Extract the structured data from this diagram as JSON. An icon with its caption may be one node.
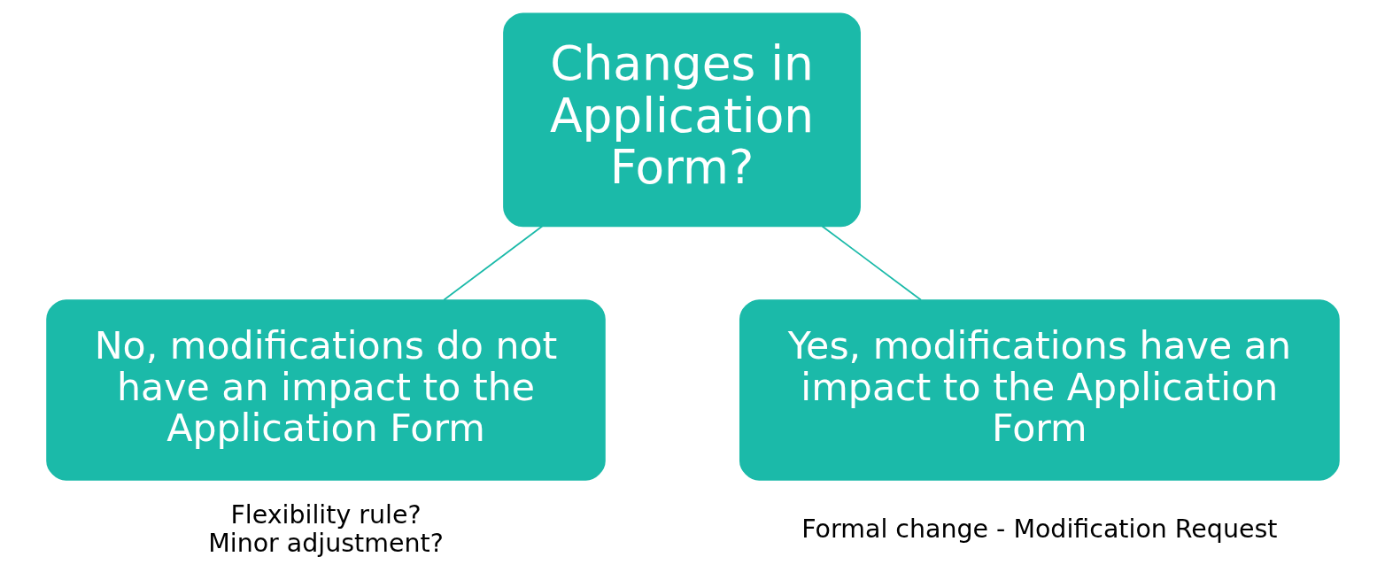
{
  "diagram": {
    "nodes": [
      {
        "text": [
          "Changes in Application Form?"
        ]
      },
      {
        "text": [
          "No, modifications do not have an impact to the Application Form"
        ],
        "beside": [
          "Flexibility rule? Minor adjustment?"
        ]
      },
      {
        "text": [
          "Yes, modifications have an impact to the Application Form"
        ],
        "beside": [
          "Formal change - Modification Request"
        ]
      }
    ],
    "edges": [
      {
        "from": 0,
        "to": 1,
        "arrow": "none"
      },
      {
        "from": 0,
        "to": 2,
        "arrow": "none"
      }
    ]
  }
}
